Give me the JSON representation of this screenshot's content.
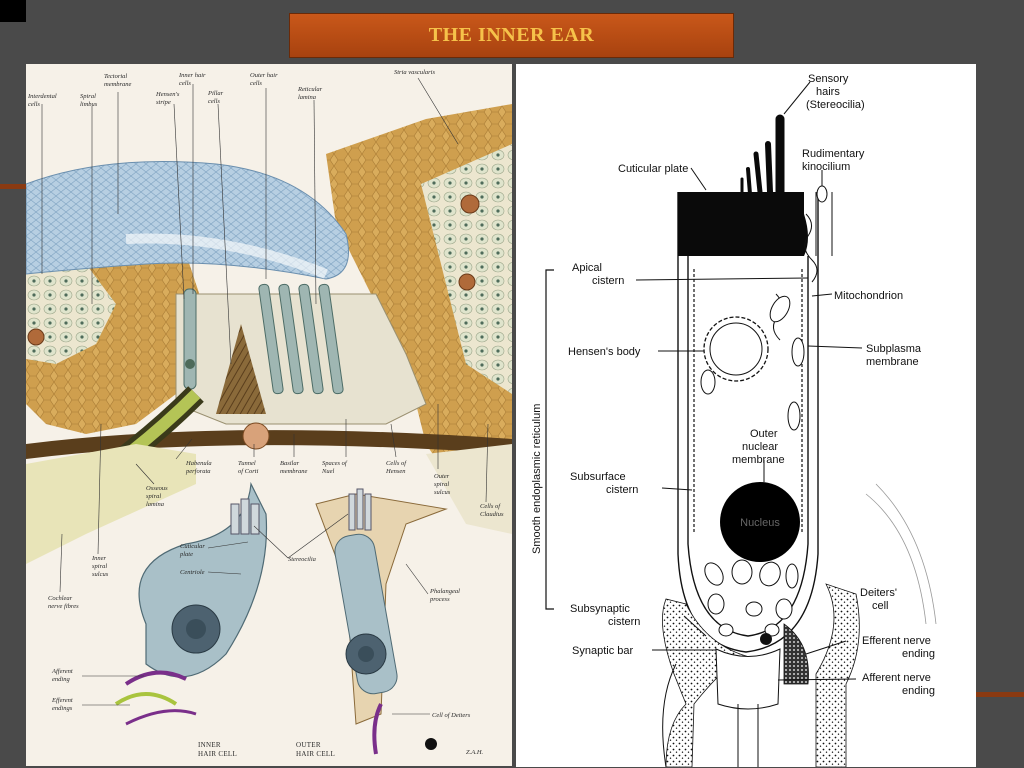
{
  "slide": {
    "title": "THE INNER EAR"
  },
  "left_figure": {
    "labels": {
      "interdental_cells_1": "Interdental",
      "interdental_cells_2": "cells",
      "spiral_limbus_1": "Spiral",
      "spiral_limbus_2": "limbus",
      "tectorial_membrane_1": "Tectorial",
      "tectorial_membrane_2": "membrane",
      "hensens_stripe_1": "Hensen's",
      "hensens_stripe_2": "stripe",
      "inner_hair_cells_1": "Inner hair",
      "inner_hair_cells_2": "cells",
      "pillar_cells_1": "Pillar",
      "pillar_cells_2": "cells",
      "outer_hair_cells_1": "Outer hair",
      "outer_hair_cells_2": "cells",
      "reticular_lamina_1": "Reticular",
      "reticular_lamina_2": "lamina",
      "stria_vascularis": "Stria vascularis",
      "habenula_perforata_1": "Habenula",
      "habenula_perforata_2": "perforata",
      "tunnel_of_corti_1": "Tunnel",
      "tunnel_of_corti_2": "of Corti",
      "basilar_membrane_1": "Basilar",
      "basilar_membrane_2": "membrane",
      "spaces_of_nuel_1": "Spaces of",
      "spaces_of_nuel_2": "Nuel",
      "cells_of_hensen_1": "Cells of",
      "cells_of_hensen_2": "Hensen",
      "outer_spiral_sulcus_1": "Outer",
      "outer_spiral_sulcus_2": "spiral",
      "outer_spiral_sulcus_3": "sulcus",
      "cells_of_claudius_1": "Cells of",
      "cells_of_claudius_2": "Claudius",
      "osseous_spiral_lamina_1": "Osseous",
      "osseous_spiral_lamina_2": "spiral",
      "osseous_spiral_lamina_3": "lamina",
      "inner_spiral_sulcus_1": "Inner",
      "inner_spiral_sulcus_2": "spiral",
      "inner_spiral_sulcus_3": "sulcus",
      "cochlear_nerve_fibres_1": "Cochlear",
      "cochlear_nerve_fibres_2": "nerve fibres",
      "cuticular_plate_1": "Cuticular",
      "cuticular_plate_2": "plate",
      "centriole": "Centriole",
      "stereocilia": "Stereocilia",
      "phalangeal_process_1": "Phalangeal",
      "phalangeal_process_2": "process",
      "afferent_ending_1": "Afferent",
      "afferent_ending_2": "ending",
      "efferent_endings_1": "Efferent",
      "efferent_endings_2": "endings",
      "cell_of_deiters": "Cell of Deiters",
      "inner_hair_cell_1": "INNER",
      "inner_hair_cell_2": "HAIR CELL",
      "outer_hair_cell_1": "OUTER",
      "outer_hair_cell_2": "HAIR CELL",
      "signature": "Z.A.H."
    }
  },
  "right_figure": {
    "labels": {
      "sensory_hairs_1": "Sensory",
      "sensory_hairs_2": "hairs",
      "sensory_hairs_3": "(Stereocilia)",
      "cuticular_plate": "Cuticular plate",
      "rudimentary_kinocilium_1": "Rudimentary",
      "rudimentary_kinocilium_2": "kinocilium",
      "apical_cistern_1": "Apical",
      "apical_cistern_2": "cistern",
      "mitochondrion": "Mitochondrion",
      "hensens_body": "Hensen's body",
      "subplasma_membrane_1": "Subplasma",
      "subplasma_membrane_2": "membrane",
      "outer_nuclear_membrane_1": "Outer",
      "outer_nuclear_membrane_2": "nuclear",
      "outer_nuclear_membrane_3": "membrane",
      "nucleus": "Nucleus",
      "subsurface_cistern_1": "Subsurface",
      "subsurface_cistern_2": "cistern",
      "smooth_er": "Smooth endoplasmic reticulum",
      "deiters_cell_1": "Deiters'",
      "deiters_cell_2": "cell",
      "subsynaptic_cistern_1": "Subsynaptic",
      "subsynaptic_cistern_2": "cistern",
      "efferent_nerve_ending_1": "Efferent nerve",
      "efferent_nerve_ending_2": "ending",
      "synaptic_bar": "Synaptic bar",
      "afferent_nerve_ending_1": "Afferent nerve",
      "afferent_nerve_ending_2": "ending"
    }
  }
}
